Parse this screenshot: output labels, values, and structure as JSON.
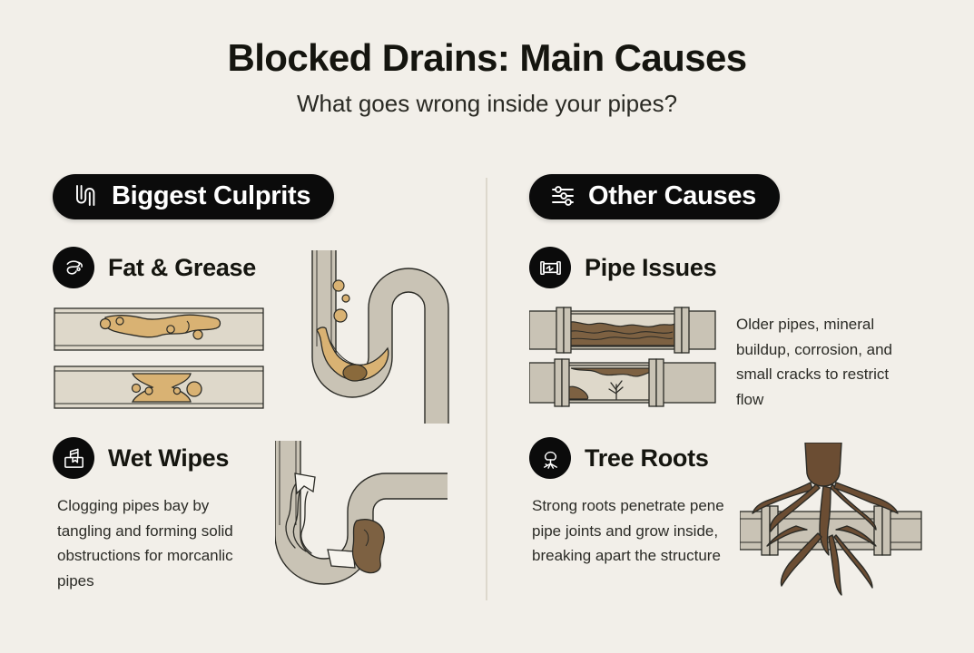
{
  "header": {
    "title": "Blocked Drains: Main Causes",
    "subtitle": "What goes wrong inside your pipes?"
  },
  "colors": {
    "background": "#F2EFE9",
    "badge": "#0b0b0b",
    "text": "#15150f",
    "body_text": "#2b2b26",
    "divider": "#ddd8cd",
    "pipe_fill": "#c9c3b5",
    "pipe_inner": "#ded8ca",
    "pipe_stroke": "#2b2b26",
    "grease": "#d9b273",
    "grease_dark": "#8a6a3c",
    "sludge": "#7d6142",
    "root_brown": "#6b4d33",
    "wipe_white": "#f6f4ee"
  },
  "sections": [
    {
      "id": "biggest-culprits",
      "label": "Biggest Culprits",
      "icon": "pipe-trap-icon",
      "items": [
        {
          "id": "fat-grease",
          "title": "Fat & Grease",
          "icon": "bacon-grease-icon",
          "body": "",
          "art": "grease-pipes-illustration"
        },
        {
          "id": "wet-wipes",
          "title": "Wet Wipes",
          "icon": "tissue-box-icon",
          "body": "Clogging pipes bay by tangling and forming solid obstructions for morcanlic pipes",
          "art": "wipes-ubend-illustration"
        }
      ]
    },
    {
      "id": "other-causes",
      "label": "Other Causes",
      "icon": "sliders-icon",
      "items": [
        {
          "id": "pipe-issues",
          "title": "Pipe Issues",
          "icon": "pipe-segment-icon",
          "body": "Older pipes, mineral buildup, corrosion, and small cracks to restrict flow",
          "art": "corroded-pipes-illustration"
        },
        {
          "id": "tree-roots",
          "title": "Tree Roots",
          "icon": "tree-roots-icon",
          "body": "Strong roots penetrate pene pipe joints and grow inside, breaking apart the structure",
          "art": "tree-roots-illustration"
        }
      ]
    }
  ]
}
